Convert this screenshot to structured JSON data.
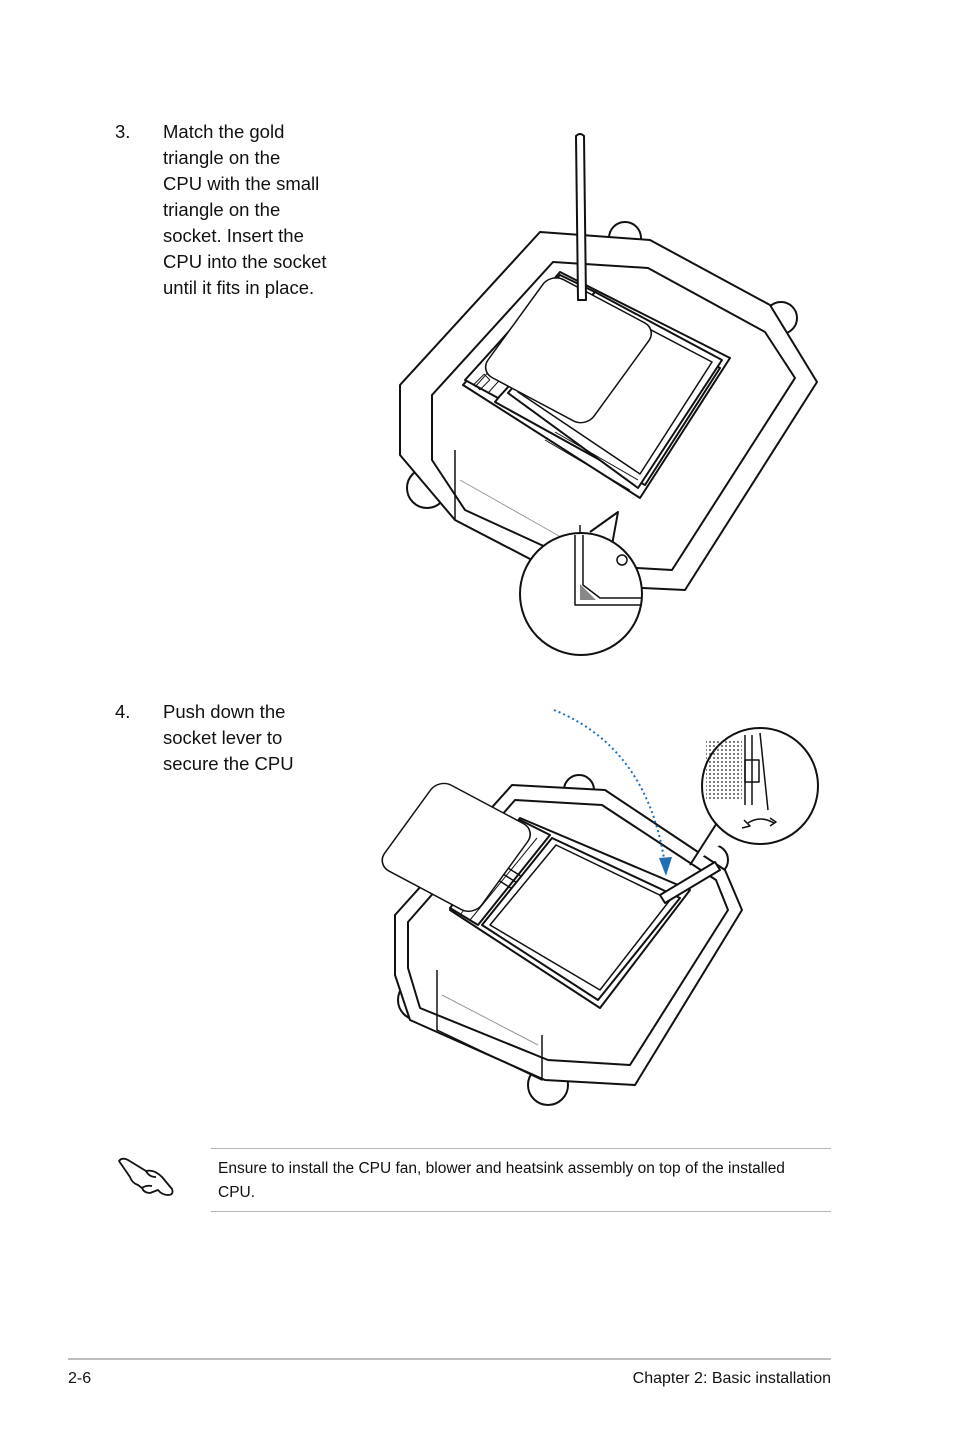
{
  "steps": [
    {
      "number": "3.",
      "text": "Match the gold\ntriangle on the\nCPU with the small\ntriangle on the\nsocket. Insert the\nCPU into the socket\nuntil it fits in place."
    },
    {
      "number": "4.",
      "text": "Push down the\nsocket lever to\nsecure the CPU"
    }
  ],
  "note": {
    "icon": "pointing-hand-icon",
    "text": "Ensure to install the CPU fan, blower and heatsink assembly on top of the installed CPU."
  },
  "footer": {
    "page_number": "2-6",
    "chapter": "Chapter 2: Basic installation"
  },
  "colors": {
    "arrow": "#1f6fb5",
    "rule": "#bdbdbd"
  }
}
